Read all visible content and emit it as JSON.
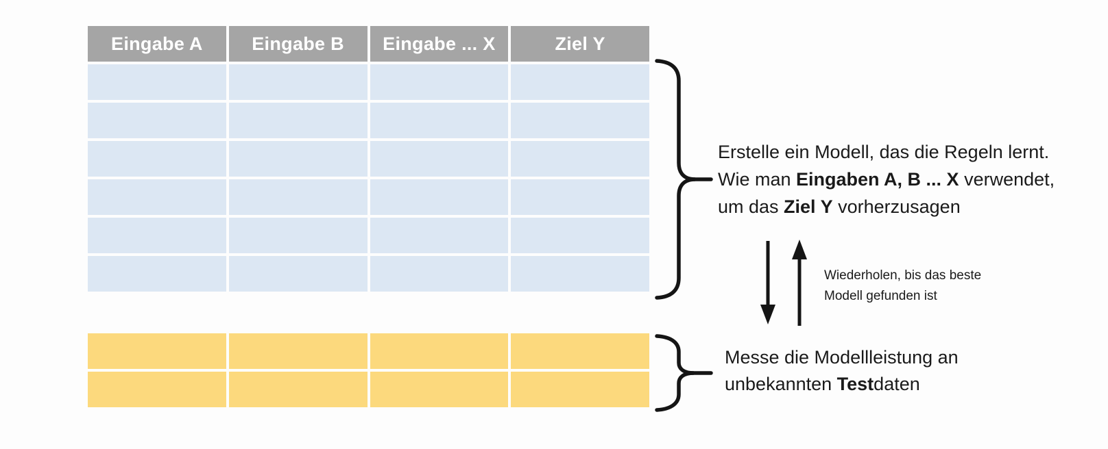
{
  "diagram": {
    "table": {
      "headers": [
        "Eingabe A",
        "Eingabe B",
        "Eingabe ... X",
        "Ziel Y"
      ],
      "column_count": 4,
      "training_rows": 6,
      "test_rows": 2
    },
    "colors": {
      "background": "#fdfdfd",
      "header-bg": "#a5a5a5",
      "header-text": "#ffffff",
      "train-cell": "#dce7f3",
      "test-cell": "#fcd97d",
      "ink": "#1a1a1a"
    },
    "annotations": {
      "train": {
        "line1": "Erstelle ein Modell, das die Regeln lernt.",
        "line2_pre": "Wie man ",
        "line2_bold": "Eingaben A, B ... X",
        "line2_post": " verwendet,",
        "line3_pre": "um das ",
        "line3_bold": "Ziel Y",
        "line3_post": " vorherzusagen"
      },
      "repeat": {
        "line1": "Wiederholen, bis das beste",
        "line2": "Modell gefunden ist"
      },
      "test": {
        "line1": "Messe die Modellleistung an",
        "line2_pre": "unbekannten ",
        "line2_bold": "Test",
        "line2_post": "daten"
      }
    }
  }
}
